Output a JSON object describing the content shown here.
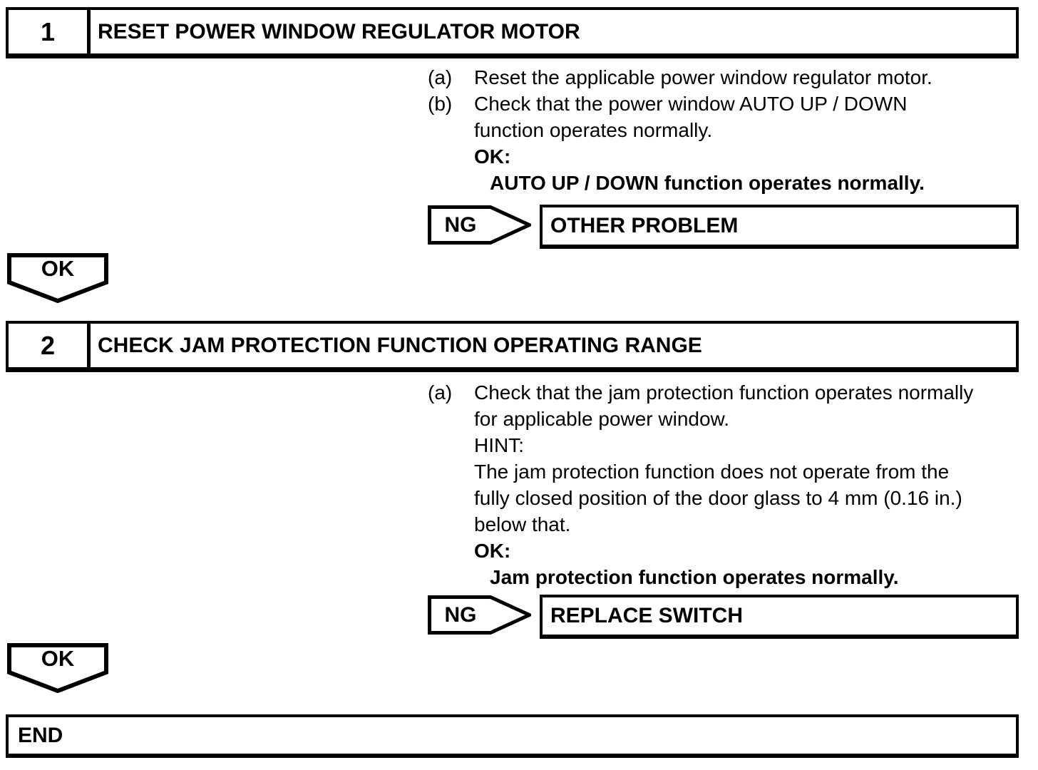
{
  "colors": {
    "ink": "#000000",
    "paper": "#ffffff"
  },
  "step1": {
    "number": "1",
    "title": "RESET POWER WINDOW REGULATOR MOTOR",
    "items": [
      {
        "marker": "(a)",
        "text": "Reset the applicable power window regulator motor."
      },
      {
        "marker": "(b)",
        "text": "Check that the power window AUTO UP / DOWN\nfunction operates normally."
      }
    ],
    "ok_label": "OK:",
    "ok_text": "AUTO UP / DOWN function operates normally.",
    "ng": {
      "label": "NG",
      "result": "OTHER PROBLEM"
    },
    "ok_arrow": "OK"
  },
  "step2": {
    "number": "2",
    "title": "CHECK JAM PROTECTION FUNCTION OPERATING RANGE",
    "items": [
      {
        "marker": "(a)",
        "text": "Check that the jam protection function operates normally\nfor applicable power window."
      }
    ],
    "hint_label": "HINT:",
    "hint_text": "The jam protection function does not operate from the\nfully closed position of the door glass to 4 mm (0.16 in.)\nbelow that.",
    "ok_label": "OK:",
    "ok_text": "Jam protection function operates normally.",
    "ng": {
      "label": "NG",
      "result": "REPLACE SWITCH"
    },
    "ok_arrow": "OK"
  },
  "end_label": "END"
}
